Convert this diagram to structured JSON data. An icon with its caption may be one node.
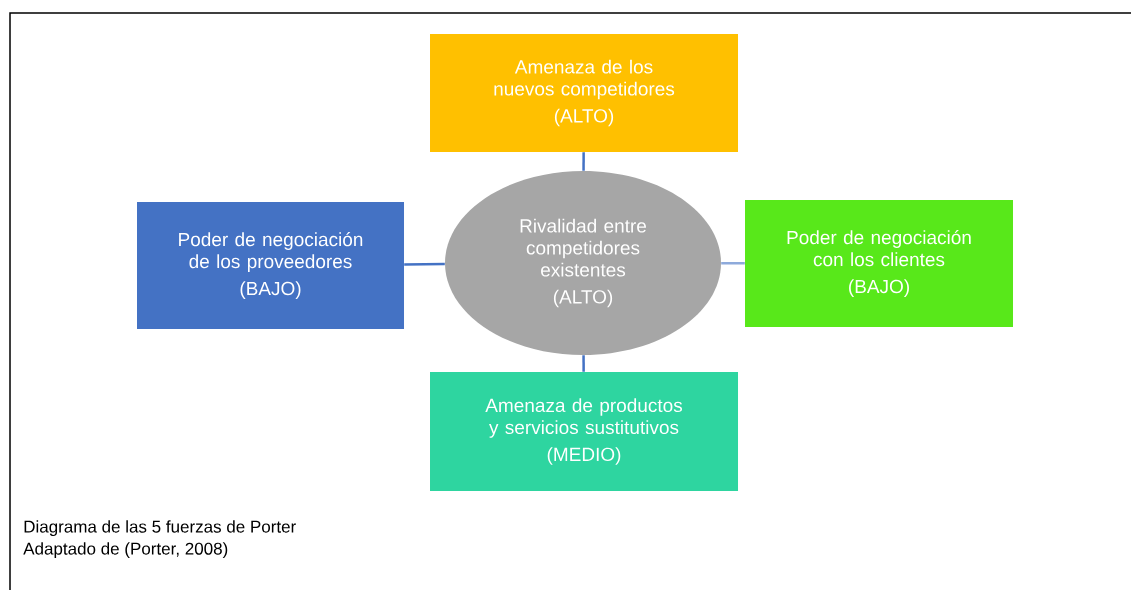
{
  "diagram": {
    "caption": "Diagrama de las 5 fuerzas de Porter",
    "nodes": [
      {
        "text": [
          "Amenaza de los nuevos competidores",
          "(ALTO)"
        ]
      },
      {
        "text": [
          "Poder de negociación de los proveedores",
          "(BAJO)"
        ]
      },
      {
        "text": [
          "Rivalidad entre competidores existentes",
          "(ALTO)"
        ]
      },
      {
        "text": [
          "Poder de negociación con los clientes",
          "(BAJO)"
        ]
      },
      {
        "text": [
          "Amenaza de productos y servicios sustitutivos",
          "(MEDIO)"
        ]
      }
    ],
    "edges": [
      {
        "from": 0,
        "to": 2,
        "arrow": "none"
      },
      {
        "from": 1,
        "to": 2,
        "arrow": "none"
      },
      {
        "from": 3,
        "to": 2,
        "arrow": "none",
        "color": "#8eaadb"
      },
      {
        "from": 4,
        "to": 2,
        "arrow": "none"
      }
    ],
    "labels": [
      "Adaptado de (Porter, 2008)"
    ]
  }
}
